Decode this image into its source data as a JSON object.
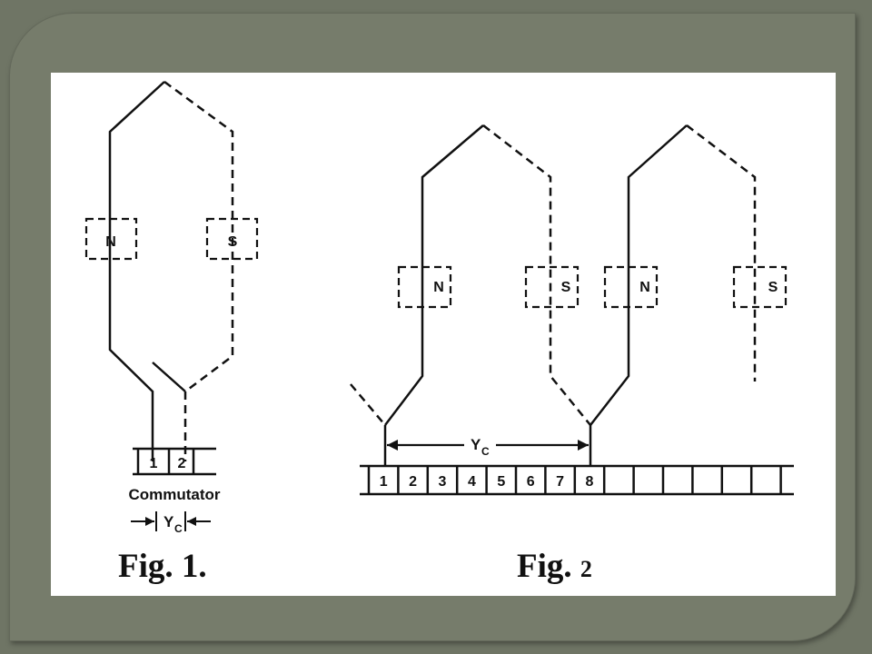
{
  "figure1": {
    "caption": "Fig.  1.",
    "pole_n": "N",
    "pole_s": "S",
    "segments": [
      "1",
      "2"
    ],
    "commutator_label": "Commutator",
    "pitch_label": "Y",
    "pitch_sub": "C"
  },
  "figure2": {
    "caption": "Fig. ",
    "caption_num": "2",
    "poles": [
      "N",
      "S",
      "N",
      "S"
    ],
    "segments": [
      "1",
      "2",
      "3",
      "4",
      "5",
      "6",
      "7",
      "8",
      "",
      "",
      "",
      "",
      "",
      ""
    ],
    "pitch_label": "Y",
    "pitch_sub": "C"
  }
}
